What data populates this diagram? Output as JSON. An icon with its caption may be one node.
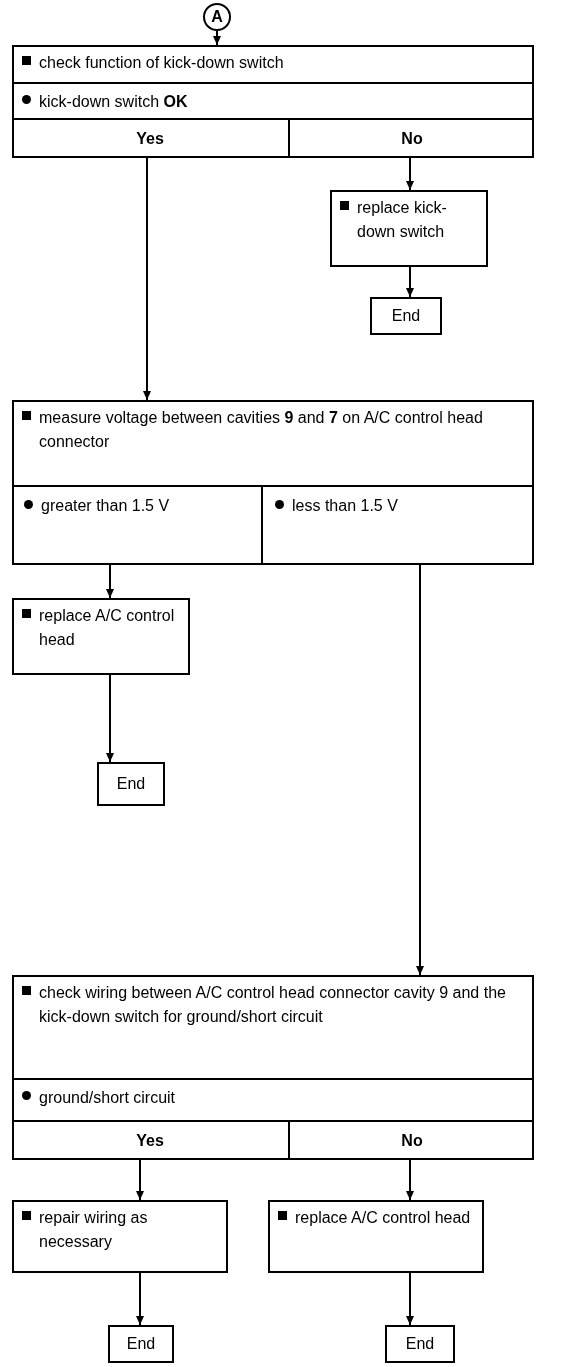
{
  "diagram": {
    "nodes": [
      {
        "text": [
          "A"
        ]
      },
      {
        "text": [
          "check function of kick-down switch",
          "kick-down switch **OK**"
        ]
      },
      {
        "text": [
          "Yes"
        ],
        "in": 1
      },
      {
        "text": [
          "No"
        ],
        "in": 1
      },
      {
        "text": [
          "replace kick-down switch"
        ]
      },
      {
        "text": [
          "End"
        ]
      },
      {
        "text": [
          "measure voltage between cavities **9** and **7** on A/C control head connector"
        ]
      },
      {
        "text": [
          "greater than 1.5 V"
        ],
        "in": 6
      },
      {
        "text": [
          "less than 1.5 V"
        ],
        "in": 6
      },
      {
        "text": [
          "replace A/C control head"
        ]
      },
      {
        "text": [
          "End"
        ]
      },
      {
        "text": [
          "check wiring between A/C control head connector cavity 9 and the kick-down switch for ground/short circuit",
          "ground/short circuit"
        ]
      },
      {
        "text": [
          "Yes"
        ],
        "in": 11
      },
      {
        "text": [
          "No"
        ],
        "in": 11
      },
      {
        "text": [
          "repair wiring as necessary"
        ]
      },
      {
        "text": [
          "replace A/C control head"
        ]
      },
      {
        "text": [
          "End"
        ]
      },
      {
        "text": [
          "End"
        ]
      }
    ],
    "edges": [
      {
        "from": 0,
        "to": 1,
        "arrow": "to"
      },
      {
        "from": 2,
        "to": 6,
        "arrow": "to"
      },
      {
        "from": 3,
        "to": 4,
        "arrow": "to"
      },
      {
        "from": 4,
        "to": 5,
        "arrow": "to"
      },
      {
        "from": 7,
        "to": 9,
        "arrow": "to"
      },
      {
        "from": 9,
        "to": 10,
        "arrow": "to"
      },
      {
        "from": 8,
        "to": 11,
        "arrow": "to"
      },
      {
        "from": 12,
        "to": 14,
        "arrow": "to"
      },
      {
        "from": 13,
        "to": 15,
        "arrow": "to"
      },
      {
        "from": 14,
        "to": 16,
        "arrow": "to"
      },
      {
        "from": 15,
        "to": 17,
        "arrow": "to"
      }
    ]
  }
}
